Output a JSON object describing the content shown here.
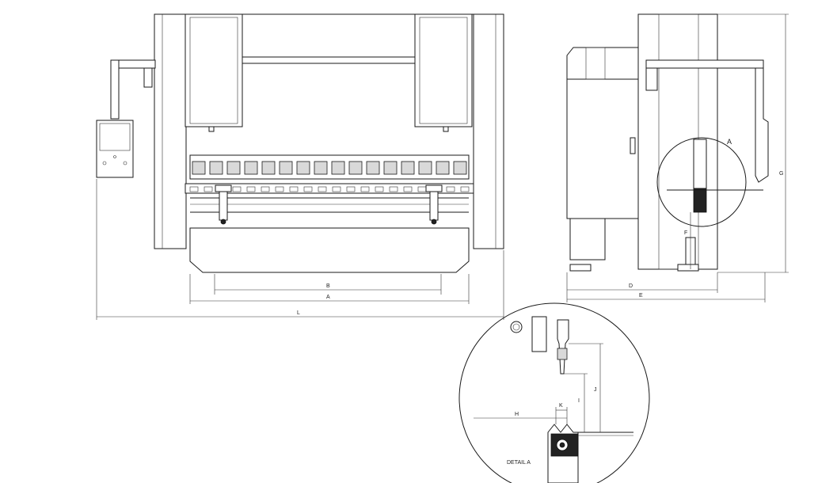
{
  "drawing": {
    "front_view": {
      "dimensions": {
        "B": "B",
        "A": "A",
        "L": "L"
      }
    },
    "side_view": {
      "detail_callout": "A",
      "dimensions": {
        "D": "D",
        "E": "E",
        "F": "F",
        "G": "G"
      }
    },
    "detail_view": {
      "caption": "DETAIL A",
      "dimensions": {
        "H": "H",
        "I": "I",
        "J": "J",
        "K": "K"
      }
    },
    "colors": {
      "line": "#1a1a1a",
      "fill": "#ffffff",
      "shade": "#d9d9d9"
    }
  }
}
